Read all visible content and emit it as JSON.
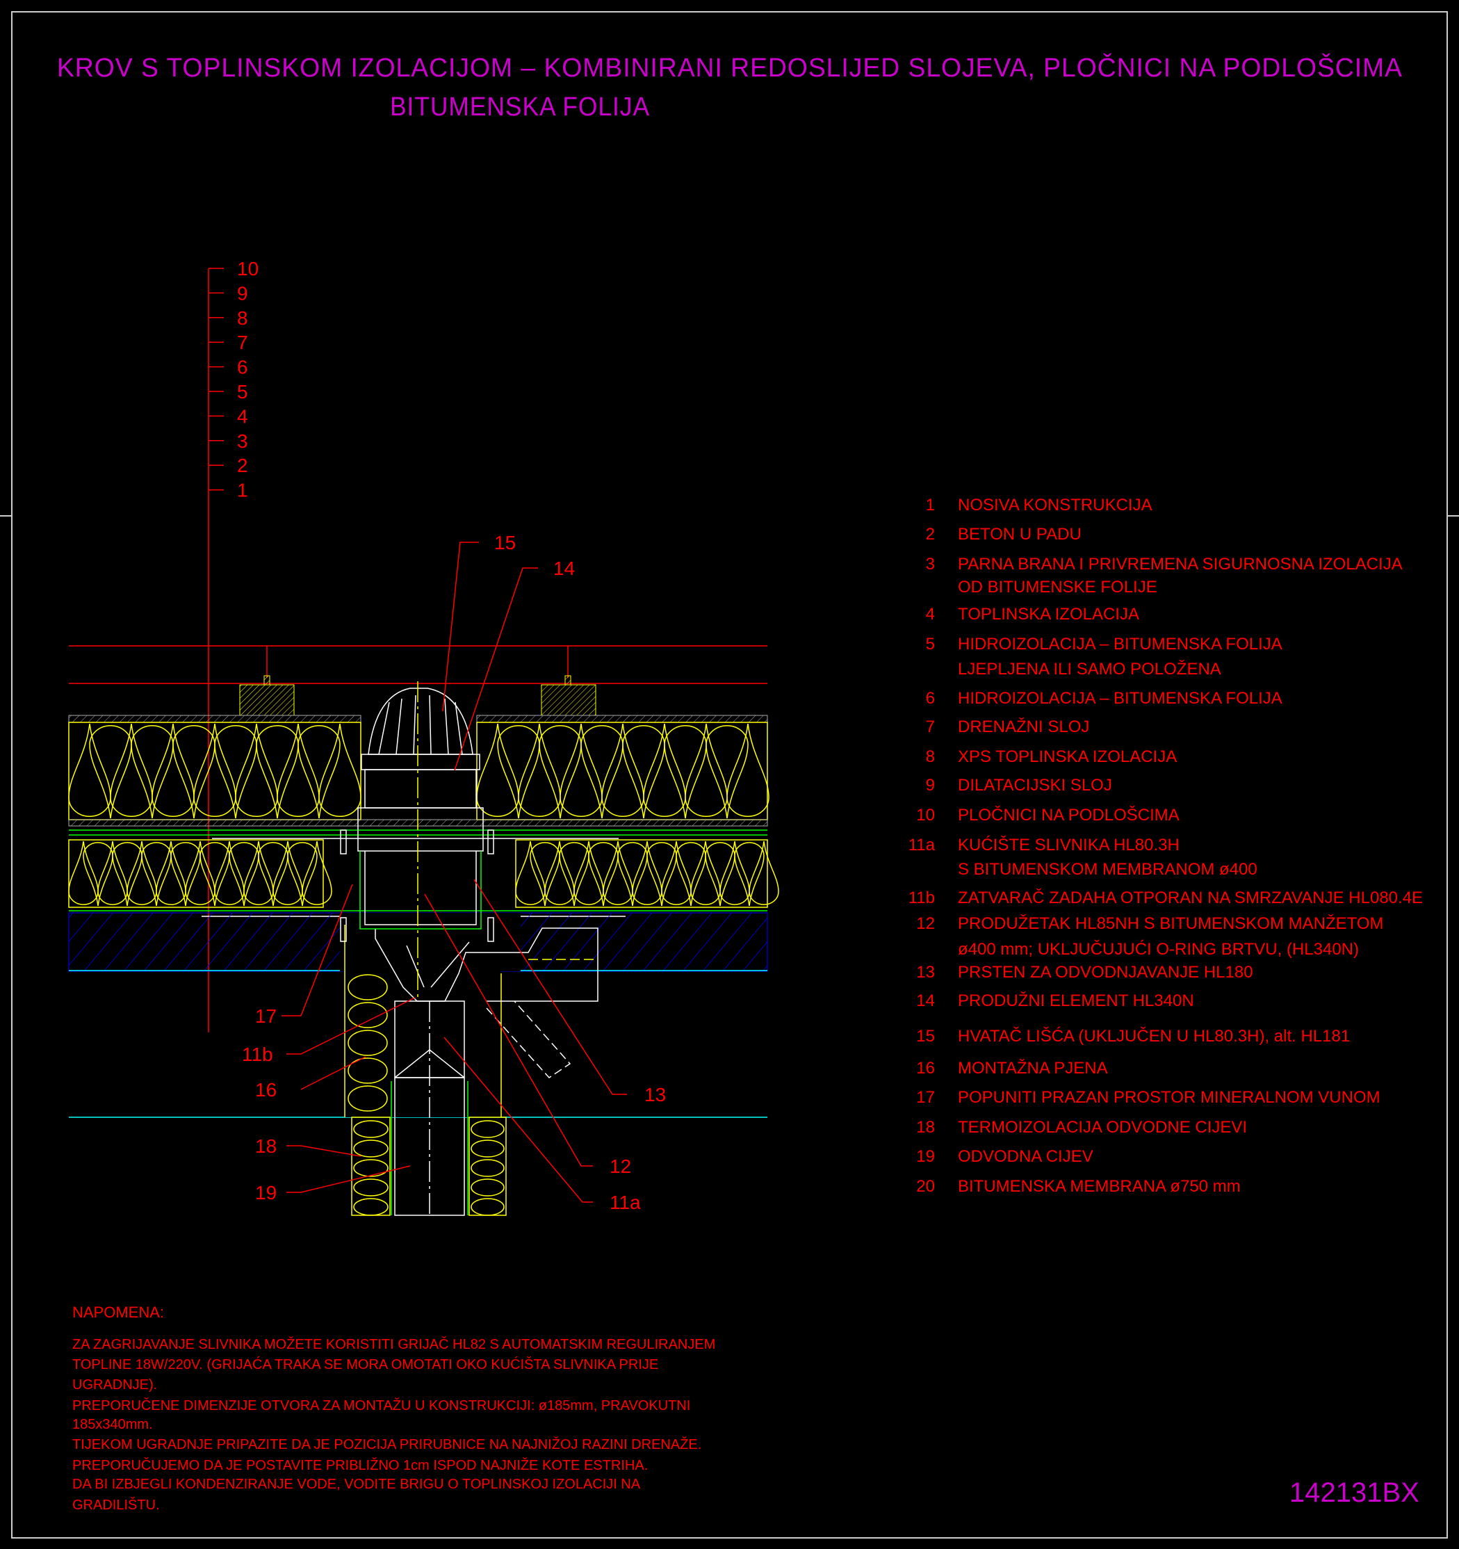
{
  "title": {
    "line1": "KROV S TOPLINSKOM IZOLACIJOM – KOMBINIRANI REDOSLIJED SLOJEVA, PLOČNICI NA PODLOŠCIMA",
    "line2": "BITUMENSKA FOLIJA"
  },
  "layer_scale": [
    "10",
    "9",
    "8",
    "7",
    "6",
    "5",
    "4",
    "3",
    "2",
    "1"
  ],
  "callouts": {
    "c15": "15",
    "c14": "14",
    "c17": "17",
    "c11b": "11b",
    "c16": "16",
    "c18": "18",
    "c19": "19",
    "c13": "13",
    "c12": "12",
    "c11a": "11a"
  },
  "legend": [
    {
      "num": "1",
      "lines": [
        "NOSIVA KONSTRUKCIJA"
      ]
    },
    {
      "num": "2",
      "lines": [
        "BETON U PADU"
      ]
    },
    {
      "num": "3",
      "lines": [
        "PARNA BRANA I PRIVREMENA SIGURNOSNA IZOLACIJA",
        "OD BITUMENSKE FOLIJE"
      ]
    },
    {
      "num": "4",
      "lines": [
        "TOPLINSKA IZOLACIJA"
      ]
    },
    {
      "num": "5",
      "lines": [
        "HIDROIZOLACIJA – BITUMENSKA FOLIJA",
        "LJEPLJENA ILI SAMO POLOŽENA"
      ]
    },
    {
      "num": "6",
      "lines": [
        "HIDROIZOLACIJA – BITUMENSKA FOLIJA"
      ]
    },
    {
      "num": "7",
      "lines": [
        "DRENAŽNI SLOJ"
      ]
    },
    {
      "num": "8",
      "lines": [
        "XPS TOPLINSKA IZOLACIJA"
      ]
    },
    {
      "num": "9",
      "lines": [
        "DILATACIJSKI SLOJ"
      ]
    },
    {
      "num": "10",
      "lines": [
        "PLOČNICI NA PODLOŠCIMA"
      ]
    },
    {
      "num": "11a",
      "lines": [
        "KUĆIŠTE SLIVNIKA HL80.3H",
        "S BITUMENSKOM MEMBRANOM ø400"
      ]
    },
    {
      "num": "11b",
      "lines": [
        "ZATVARAČ ZADAHA OTPORAN NA SMRZAVANJE HL080.4E"
      ]
    },
    {
      "num": "12",
      "lines": [
        "PRODUŽETAK HL85NH S BITUMENSKOM MANŽETOM",
        "ø400 mm; UKLJUČUJUĆI O-RING BRTVU, (HL340N)"
      ]
    },
    {
      "num": "13",
      "lines": [
        "PRSTEN ZA ODVODNJAVANJE HL180"
      ]
    },
    {
      "num": "14",
      "lines": [
        "PRODUŽNI ELEMENT HL340N"
      ]
    },
    {
      "num": "15",
      "lines": [
        "HVATAČ LIŠĆA (UKLJUČEN U HL80.3H), alt. HL181"
      ]
    },
    {
      "num": "16",
      "lines": [
        "MONTAŽNA PJENA"
      ]
    },
    {
      "num": "17",
      "lines": [
        "POPUNITI PRAZAN PROSTOR MINERALNOM VUNOM"
      ]
    },
    {
      "num": "18",
      "lines": [
        "TERMOIZOLACIJA ODVODNE CIJEVI"
      ]
    },
    {
      "num": "19",
      "lines": [
        "ODVODNA CIJEV"
      ]
    },
    {
      "num": "20",
      "lines": [
        "BITUMENSKA MEMBRANA ø750 mm"
      ]
    }
  ],
  "notes": {
    "heading": "NAPOMENA:",
    "lines": [
      "ZA ZAGRIJAVANJE SLIVNIKA MOŽETE KORISTITI GRIJAČ HL82 S AUTOMATSKIM REGULIRANJEM",
      "TOPLINE 18W/220V. (GRIJAĆA TRAKA SE MORA OMOTATI OKO KUĆIŠTA SLIVNIKA PRIJE",
      "UGRADNJE).",
      "PREPORUČENE DIMENZIJE OTVORA ZA MONTAŽU U KONSTRUKCIJI: ø185mm, PRAVOKUTNI",
      "185x340mm.",
      "TIJEKOM UGRADNJE PRIPAZITE DA JE POZICIJA PRIRUBNICE NA NAJNIŽOJ RAZINI DRENAŽE.",
      "PREPORUČUJEMO DA JE POSTAVITE PRIBLIŽNO 1cm ISPOD NAJNIŽE KOTE ESTRIHA.",
      "DA BI IZBJEGLI KONDENZIRANJE VODE, VODITE BRIGU O TOPLINSKOJ IZOLACIJI NA",
      "GRADILIŠTU."
    ]
  },
  "drawing_code": "142131BX",
  "colors": {
    "text": "#ff0000",
    "title": "#cc00cc",
    "insulation": "#ffff00",
    "membrane": "#00ff00",
    "concrete": "#0000ff",
    "level": "#00ffff"
  }
}
